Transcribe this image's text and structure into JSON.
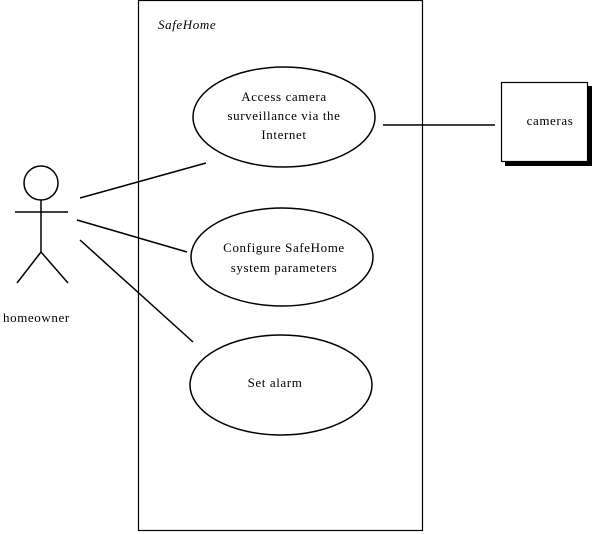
{
  "system": {
    "title": "SafeHome"
  },
  "actors": {
    "homeowner": "homeowner",
    "cameras": "cameras"
  },
  "use_cases": {
    "camera_surveillance": {
      "line1": "Access camera",
      "line2": "surveillance via the",
      "line3": "Internet"
    },
    "configure": {
      "line1": "Configure SafeHome",
      "line2": "system parameters"
    },
    "alarm": {
      "line1": "Set alarm"
    }
  }
}
